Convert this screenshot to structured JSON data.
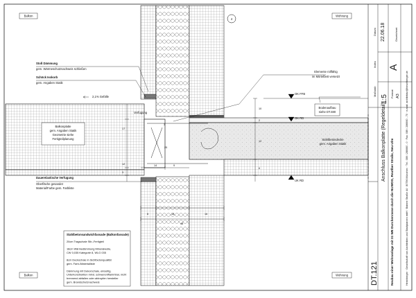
{
  "drawing": {
    "room_labels": {
      "balkon_top": "Balkon",
      "wohnung_top": "Wohnung",
      "balkon_bottom": "Balkon",
      "wohnung_bottom": "Wohnung"
    },
    "axis_marker": "4",
    "annotations": {
      "stoss_title": "Stoß Dämmung",
      "stoss_note": "gem. Wärmeschutznachweis schließen",
      "schoeck_title": "Schöck Isokorb",
      "schoeck_note": "gem. Angaben Statik",
      "gefaelle": "2,1% Gefälle",
      "verfugung": "Verfugung",
      "balkon_platte_1": "Balkonplatte",
      "balkon_platte_2": "gem. Angaben Statik",
      "balkon_platte_3": "Geometrie siehe",
      "balkon_platte_4": "Fertigteilplanung",
      "elemente_1": "Elemente rollfähig",
      "elemente_2": "im Mörtelbett versetzt",
      "bodenaufbau_1": "Bodenaufbau",
      "bodenaufbau_2": "siehe DT.480",
      "stahlbeton_1": "Stahlbetondecke",
      "stahlbeton_2": "gem. Angaben Statik",
      "dauer_title": "Dauerelastische Verfugung",
      "dauer_1": "Oberfläche gesandet",
      "dauer_2": "Material/Farbe gem. Farbliste"
    },
    "levels": {
      "ok_ffb": "OK FFB",
      "ok_rd": "OK RD",
      "uk_rd": "UK RD"
    },
    "dimensions": {
      "d10": "10",
      "d12a": "12",
      "d2": "2",
      "d6": "6",
      "d17": "17",
      "d12b": "12",
      "d3": "3",
      "d8": "8",
      "d14": "14",
      "d18": "18",
      "d16": "16",
      "d48": "48",
      "d9": "9",
      "d25": "25",
      "d3b": "3"
    },
    "legend": {
      "title": "Stahlbetonsandwichfassade (Balkonfassade)",
      "lines": [
        "20cm Tragschale Stb.-Fertigteil",
        "",
        "18cm Wärmedämmung Mineralwolle,",
        "CW 0,035 Kategorie 8, WLG 035",
        "",
        "8cm Deckschale in Sichtbetonqualität",
        "gem. Farb-/Materialliste",
        "",
        "Dämmung mit Dekorschale, einseitig,",
        "Unterkonstruktion mind. schwerentflammbar, nicht",
        "brennend abfallen oder abtropfen hersteller",
        "gem. Brandschutznachweis"
      ]
    }
  },
  "title_block": {
    "datum_label": "Datum",
    "datum_value": "22.06.18",
    "gezeichnet_label": "Gezeichnet",
    "index_label": "Index",
    "index_value": "A",
    "massstab_label": "Maßstab",
    "massstab_value": "1:5",
    "format_label": "Format",
    "format_value": "A3",
    "title": "Anschluss Balkonplatte (Regeldetail)",
    "drawing_number": "DT.121",
    "project": "Neubau einer Wohnanlage mit 31 WE Durchenrasse durch die NUWOG, Reutlber Straße, Neu-Ulm",
    "office": "Herrnberger · Gesellschaft von Architekten und Stadtplanern mbH · Baierer Straße 44 · 80796 München · Tel.: 089 / 286660 - 0 · Fax: 089 / 286660 - 70 · e-mail: architektur@hirschberger.de"
  }
}
